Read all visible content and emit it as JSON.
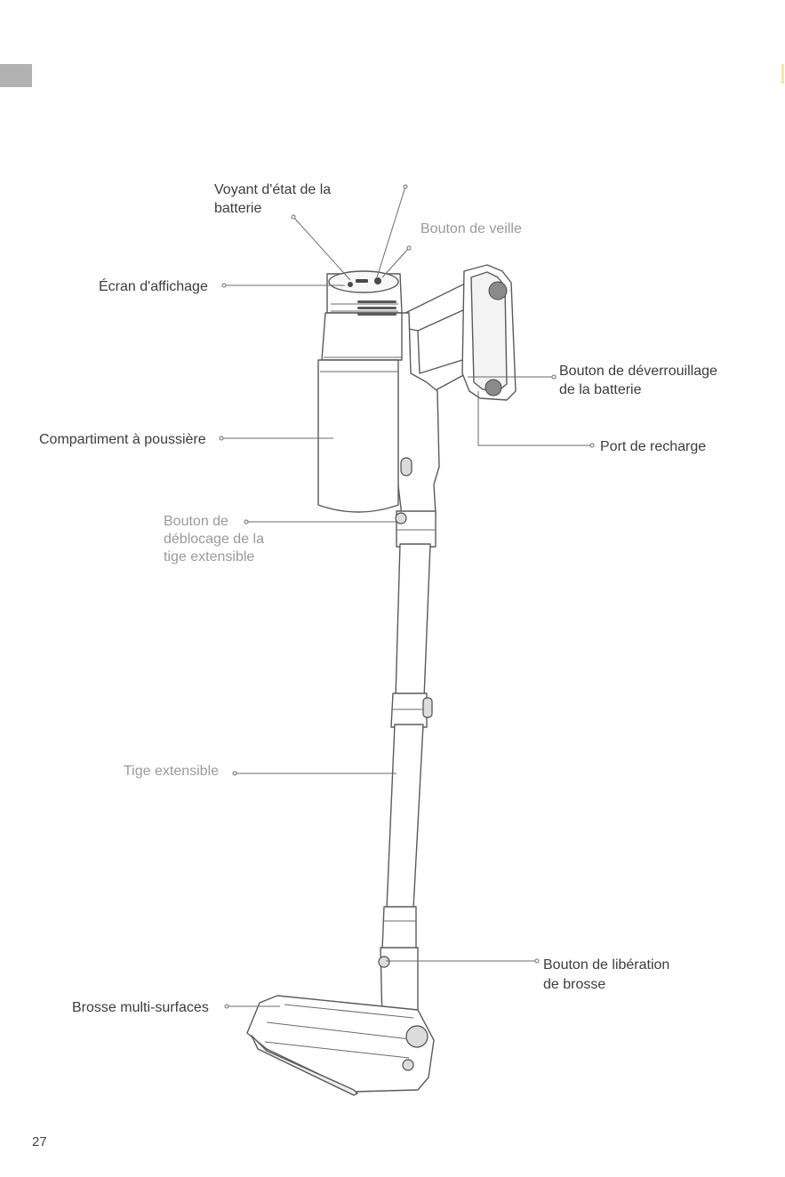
{
  "page_number": "27",
  "labels": {
    "battery_status": [
      "Voyant d'état de la",
      "batterie"
    ],
    "standby_button": "Bouton de veille",
    "display_screen": "Écran d'affichage",
    "battery_unlock": [
      "Bouton de déverrouillage",
      "de la batterie"
    ],
    "charging_port": "Port de recharge",
    "dust_bin": "Compartiment à poussière",
    "tube_release": [
      "Bouton de",
      "déblocage de la",
      "tige extensible"
    ],
    "extension_tube": "Tige extensible",
    "brush_release": [
      "Bouton de libération",
      "de brosse"
    ],
    "multi_surface_brush": "Brosse multi-surfaces"
  }
}
